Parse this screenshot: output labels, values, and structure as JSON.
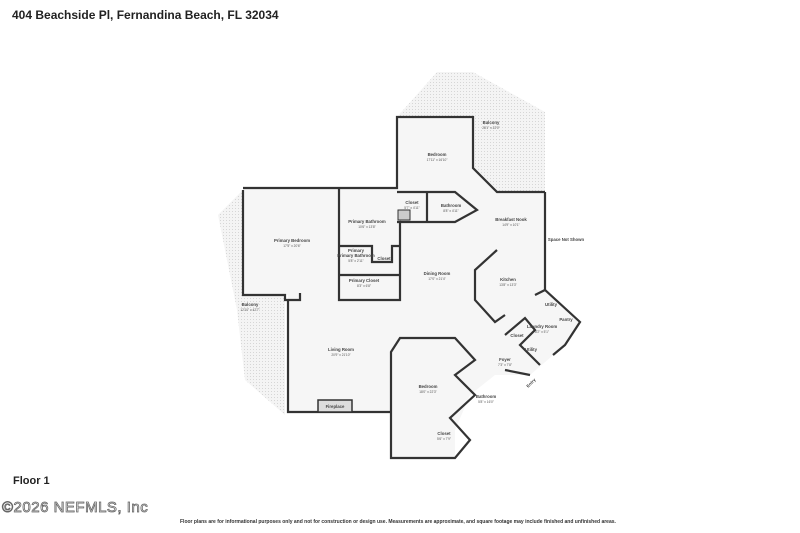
{
  "header": {
    "address": "404 Beachside Pl, Fernandina Beach, FL 32034"
  },
  "floor_label": "Floor 1",
  "watermark": "©2026 NEFMLS, Inc",
  "disclaimer": "Floor plans are for informational purposes only and not for construction or design use. Measurements are approximate, and square footage may include finished and unfinished areas.",
  "rooms": [
    {
      "name": "Primary Bedroom",
      "size": "17'5\" x 20'6\""
    },
    {
      "name": "Primary Bathroom",
      "size": "10'6\" x 13'8\""
    },
    {
      "name": "Primary Bathroom",
      "size": "5'8\" x 2'11\""
    },
    {
      "name": "Closet",
      "size": ""
    },
    {
      "name": "Primary Closet",
      "size": "8'3\" x 6'8\""
    },
    {
      "name": "Balcony",
      "size": "12'10\" x 42'7\""
    },
    {
      "name": "Bedroom",
      "size": "17'11\" x 16'10\""
    },
    {
      "name": "Balcony",
      "size": "28'1\" x 22'0\""
    },
    {
      "name": "Closet",
      "size": "5'7\" x 4'11\""
    },
    {
      "name": "Bathroom",
      "size": "8'8\" x 4'11\""
    },
    {
      "name": "Breakfast Nook",
      "size": "14'9\" x 10'1\""
    },
    {
      "name": "Space Not Shown",
      "size": ""
    },
    {
      "name": "Dining Room",
      "size": "17'0\" x 21'4\""
    },
    {
      "name": "Kitchen",
      "size": "13'8\" x 13'3\""
    },
    {
      "name": "Utility",
      "size": ""
    },
    {
      "name": "Pantry",
      "size": ""
    },
    {
      "name": "Laundry Room",
      "size": "8'2\" x 5'1\""
    },
    {
      "name": "Closet",
      "size": ""
    },
    {
      "name": "Utility",
      "size": ""
    },
    {
      "name": "Foyer",
      "size": "7'3\" x 7'8\""
    },
    {
      "name": "Entry",
      "size": ""
    },
    {
      "name": "Living Room",
      "size": "20'9\" x 21'10\""
    },
    {
      "name": "Fireplace",
      "size": ""
    },
    {
      "name": "Bedroom",
      "size": "18'0\" x 22'3\""
    },
    {
      "name": "Bathroom",
      "size": "5'8\" x 16'0\""
    },
    {
      "name": "Closet",
      "size": "5'6\" x 7'9\""
    }
  ]
}
